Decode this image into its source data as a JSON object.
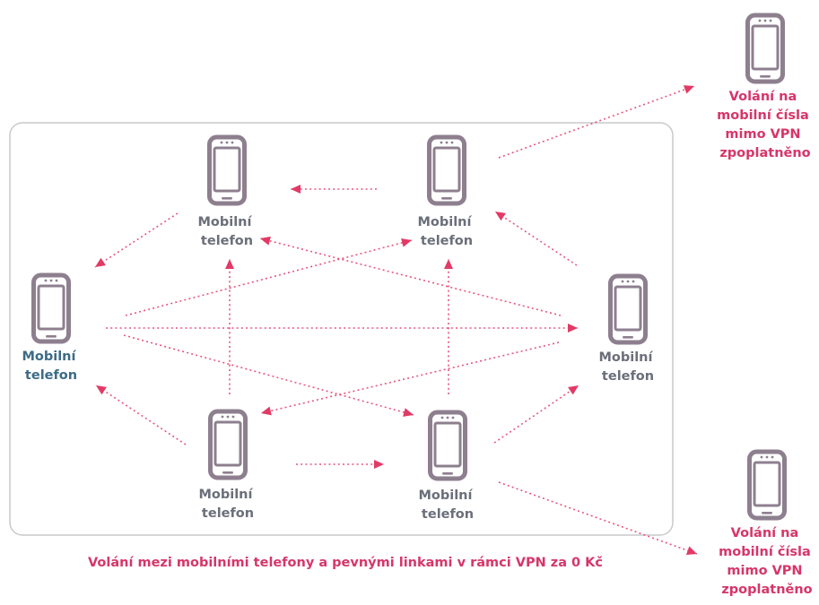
{
  "caption": "Volání mezi mobilními telefony a pevnými linkami v rámci VPN za 0 Kč",
  "colors": {
    "accent": "#e23a66",
    "phone": "#8e7f8f",
    "frame": "#c9c9cc",
    "label_gray": "#6b6f7a",
    "label_teal": "#3d6b86",
    "label_pink": "#d6366a"
  },
  "phones": [
    {
      "id": "top-left",
      "label_lines": [
        "Mobilní",
        "telefon"
      ],
      "label_color": "teal",
      "icon": "smartphone-icon"
    },
    {
      "id": "top-right",
      "label_lines": [
        "Mobilní",
        "telefon"
      ],
      "label_color": "teal",
      "icon": "smartphone-icon"
    },
    {
      "id": "mid-left",
      "label_lines": [
        "Mobilní",
        "telefon"
      ],
      "label_color": "teal",
      "icon": "smartphone-icon"
    },
    {
      "id": "mid-right",
      "label_lines": [
        "Mobilní",
        "telefon"
      ],
      "label_color": "teal",
      "icon": "smartphone-icon"
    },
    {
      "id": "bottom-left",
      "label_lines": [
        "Mobilní",
        "telefon"
      ],
      "label_color": "gray",
      "icon": "smartphone-icon"
    },
    {
      "id": "bottom-right",
      "label_lines": [
        "Mobilní",
        "telefon"
      ],
      "label_color": "gray",
      "icon": "smartphone-icon"
    },
    {
      "id": "outside-top",
      "label_lines": [
        "Volání na",
        "mobilní čísla",
        "mimo VPN",
        "zpoplatněno"
      ],
      "label_color": "pink",
      "icon": "smartphone-icon"
    },
    {
      "id": "outside-bottom",
      "label_lines": [
        "Volání na",
        "mobilní čísla",
        "mimo VPN",
        "zpoplatněno"
      ],
      "label_color": "pink",
      "icon": "smartphone-icon"
    }
  ],
  "connections": [
    {
      "from": "top-right",
      "to": "top-left"
    },
    {
      "from": "bottom-left",
      "to": "bottom-right"
    },
    {
      "from": "bottom-left",
      "to": "top-left"
    },
    {
      "from": "bottom-right",
      "to": "top-right"
    },
    {
      "from": "top-left",
      "to": "mid-left"
    },
    {
      "from": "mid-right",
      "to": "top-right"
    },
    {
      "from": "bottom-left",
      "to": "mid-left"
    },
    {
      "from": "bottom-right",
      "to": "mid-right"
    },
    {
      "from": "mid-left",
      "to": "mid-right"
    },
    {
      "from": "mid-left",
      "to": "top-right"
    },
    {
      "from": "mid-left",
      "to": "bottom-right"
    },
    {
      "from": "mid-right",
      "to": "top-left"
    },
    {
      "from": "mid-right",
      "to": "bottom-left"
    },
    {
      "from": "top-right",
      "to": "outside-top"
    },
    {
      "from": "bottom-right",
      "to": "outside-bottom"
    }
  ]
}
